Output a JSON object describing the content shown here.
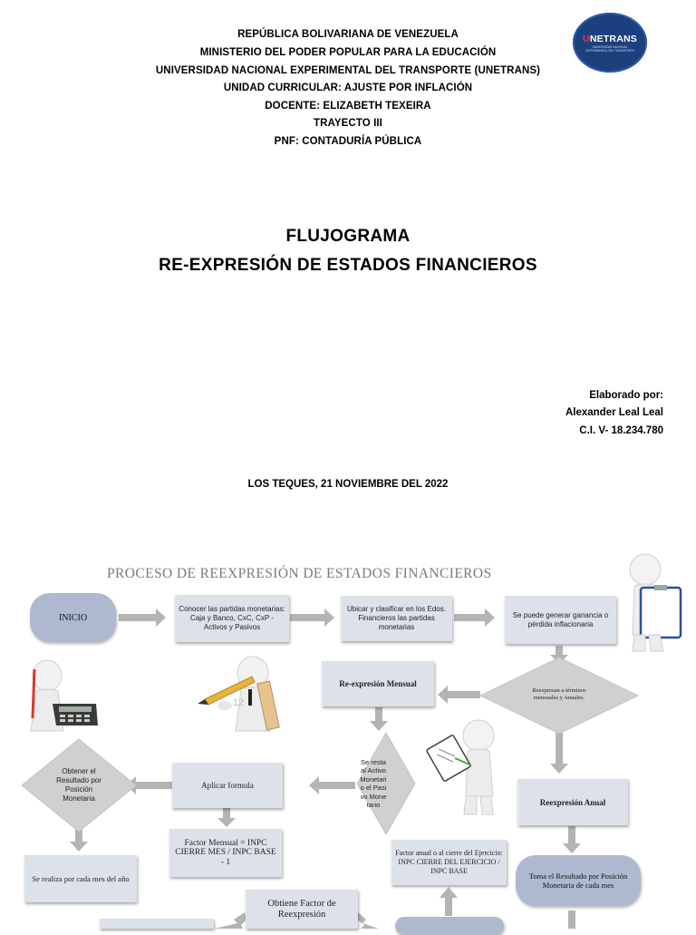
{
  "header": {
    "lines": [
      "REPÚBLICA BOLIVARIANA DE VENEZUELA",
      "MINISTERIO DEL PODER POPULAR PARA LA EDUCACIÓN",
      "UNIVERSIDAD NACIONAL EXPERIMENTAL DEL TRANSPORTE (UNETRANS)",
      "UNIDAD CURRICULAR: AJUSTE POR INFLACIÓN",
      "DOCENTE: ELIZABETH TEXEIRA",
      "TRAYECTO III",
      "PNF: CONTADURÍA PÚBLICA"
    ],
    "logo": {
      "text_main": "NETRANS",
      "text_initial": "U",
      "subtext": "UNIVERSIDAD NACIONAL EXPERIMENTAL DEL TRANSPORTE"
    }
  },
  "title": {
    "line1": "FLUJOGRAMA",
    "line2": "RE-EXPRESIÓN DE ESTADOS FINANCIEROS"
  },
  "author": {
    "label": "Elaborado por:",
    "name": "Alexander Leal Leal",
    "id": "C.I. V- 18.234.780"
  },
  "place_date": "LOS TEQUES, 21 NOVIEMBRE DEL 2022",
  "flowchart": {
    "title": "PROCESO DE REEXPRESIÓN DE ESTADOS FINANCIEROS",
    "inicio": "INICIO",
    "conocer": "Conocer las partidas monetarias: Caja y Banco, CxC, CxP - Activos y Pasivos",
    "ubicar": "Ubicar y clasificar en los Edos. Financieros las partidas monetarias",
    "ganancia": "Se puede generar ganancia o pérdida inflacionaria",
    "reexpresan": "Reexpresan a términos mensuales y Anuales.",
    "mensual": "Re-expresión Mensual",
    "resta": "Se resta al Activo Monetario el Pasivo Monetario",
    "aplicar": "Aplicar formula",
    "obtener_resultado": "Obtener el Resultado por Posición Monetaria",
    "anual": "Reexpresión Anual",
    "factor_mensual": "Factor Mensual = INPC CIERRE MES / INPC BASE - 1",
    "cada_mes": "Se realiza por cada mes del año",
    "factor_anual": "Factor anual o al cierre del Ejercicio: INPC CIERRE DEL EJERCICIO / INPC BASE",
    "toma_resultado": "Toma el Resultado por Posición Monetaria de cada mes",
    "obtiene_factor": "Obtiene Factor de Reexpresión",
    "calc_number": "12"
  },
  "colors": {
    "box": "#dde2ea",
    "pill": "#aeb9cf",
    "arrow": "#b4b4b4",
    "diamond": "#d0d0d0",
    "logo": "#1c3f7e"
  }
}
